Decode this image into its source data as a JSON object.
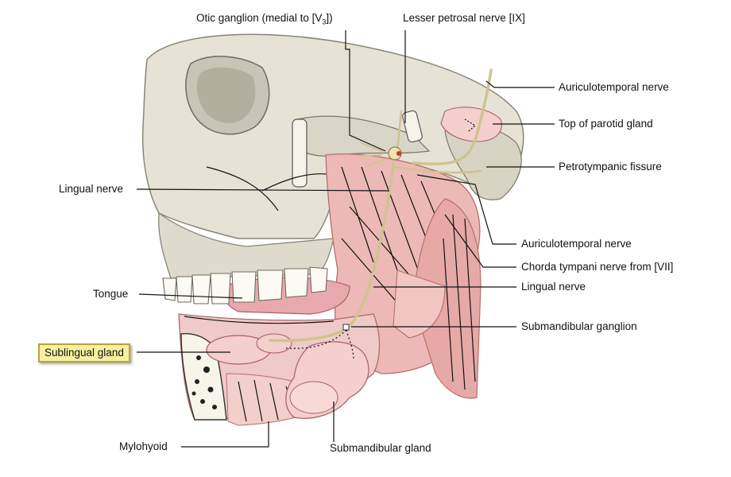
{
  "labels": {
    "otic_ganglion": "Otic ganglion (medial to [V",
    "otic_sub": "3",
    "otic_close": "])",
    "lesser_petrosal": "Lesser petrosal nerve [IX]",
    "auriculotemporal_top": "Auriculotemporal nerve",
    "parotid_top": "Top of parotid gland",
    "petrotympanic": "Petrotympanic fissure",
    "lingual_left": "Lingual nerve",
    "auriculotemporal_mid": "Auriculotemporal nerve",
    "chorda_tympani": "Chorda tympani nerve from [VII]",
    "lingual_right": "Lingual nerve",
    "tongue": "Tongue",
    "submandibular_ganglion": "Submandibular ganglion",
    "sublingual_gland": "Sublingual gland",
    "mylohyoid": "Mylohyoid",
    "submandibular_gland": "Submandibular gland"
  },
  "colors": {
    "bone": "#e6e3d6",
    "bone_shadow": "#bdb9aa",
    "muscle": "#ecb9b6",
    "muscle_dark": "#d9908c",
    "gland": "#f4cfcc",
    "nerve": "#ede3b4",
    "highlight_fill": "#f6f0a0",
    "highlight_border": "#b8a43a"
  }
}
